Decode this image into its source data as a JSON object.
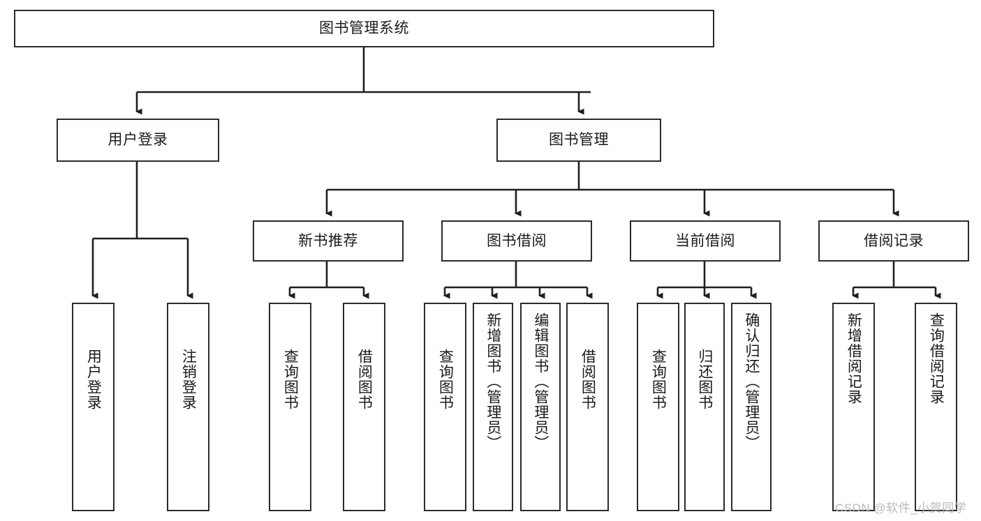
{
  "diagram": {
    "type": "hierarchy-tree",
    "title_node": "图书管理系统",
    "watermark": "CSDN @软件_小贺同学",
    "colors": {
      "box_border": "#2b2b2b",
      "box_fill": "#ffffff",
      "connector": "#1f1f1f",
      "text": "#1a1a1a",
      "watermark": "#b9b9b9",
      "background": "#ffffff"
    },
    "levels": {
      "root": {
        "label": "图书管理系统"
      },
      "level2": [
        {
          "label": "用户登录"
        },
        {
          "label": "图书管理"
        }
      ],
      "level3": [
        {
          "label": "新书推荐"
        },
        {
          "label": "图书借阅"
        },
        {
          "label": "当前借阅"
        },
        {
          "label": "借阅记录"
        }
      ],
      "level4": [
        {
          "label": "用户登录",
          "parent": "用户登录"
        },
        {
          "label": "注销登录",
          "parent": "用户登录"
        },
        {
          "label": "查询图书",
          "parent": "新书推荐"
        },
        {
          "label": "借阅图书",
          "parent": "新书推荐"
        },
        {
          "label": "查询图书",
          "parent": "图书借阅"
        },
        {
          "label": "新增图书（管理员）",
          "parent": "图书借阅"
        },
        {
          "label": "编辑图书（管理员）",
          "parent": "图书借阅"
        },
        {
          "label": "借阅图书",
          "parent": "图书借阅"
        },
        {
          "label": "查询图书",
          "parent": "当前借阅"
        },
        {
          "label": "归还图书",
          "parent": "当前借阅"
        },
        {
          "label": "确认归还（管理员）",
          "parent": "当前借阅"
        },
        {
          "label": "新增借阅记录",
          "parent": "借阅记录"
        },
        {
          "label": "查询借阅记录",
          "parent": "借阅记录"
        }
      ]
    }
  }
}
